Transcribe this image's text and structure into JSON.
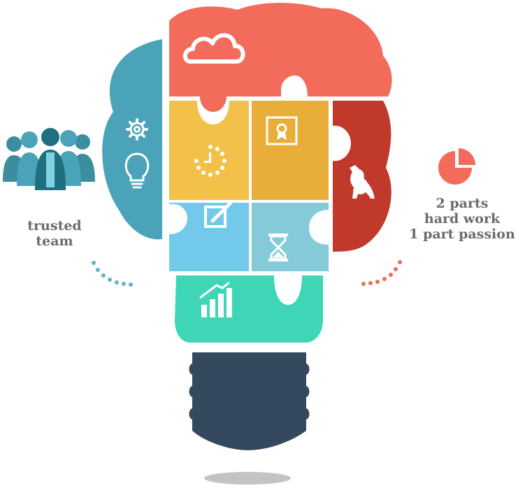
{
  "left_caption": {
    "line1": "trusted",
    "line2": "team"
  },
  "right_caption": {
    "line1": "2 parts",
    "line2": "hard work",
    "line3": "1 part passion"
  },
  "colors": {
    "coral": "#f26b5b",
    "teal_blue": "#4aa3b8",
    "yellow": "#f3c14a",
    "mustard": "#e9ad3a",
    "red": "#c0392b",
    "light_blue": "#73c9ea",
    "sky": "#84cad8",
    "mint": "#3fd6b8",
    "navy": "#34495e",
    "caption_gray": "#6b6b6b"
  },
  "icons": {
    "top": "cloud-icon",
    "left_upper": "gear-icon",
    "left_lower": "lightbulb-icon",
    "center_left": "clock-icon",
    "center_right": "certificate-icon",
    "right": "kangaroo-icon",
    "middle_left": "edit-icon",
    "middle_right": "hourglass-icon",
    "bottom": "bar-chart-icon",
    "people": "team-people-icon",
    "pie": "pie-chart-icon"
  }
}
